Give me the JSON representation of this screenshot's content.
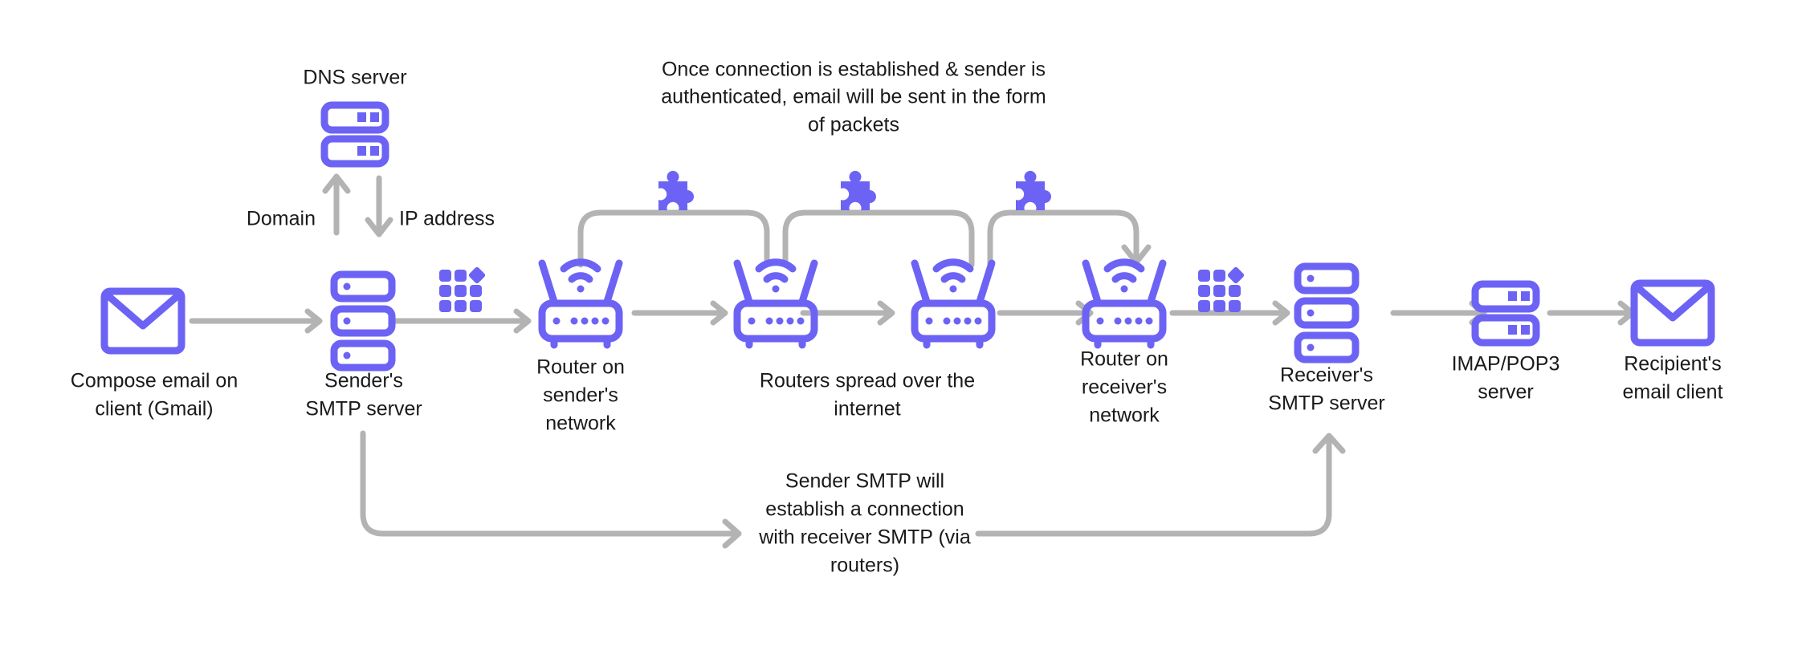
{
  "diagram": {
    "title": "Email delivery flow: SMTP, DNS, routers, IMAP/POP3",
    "background_color": "#ffffff",
    "accent_color": "#6C63F5",
    "connector_color": "#b3b3b3",
    "text_color": "#1a1a1a"
  },
  "nodes": {
    "compose_email": {
      "label_line1": "Compose email on",
      "label_line2": "client (Gmail)",
      "icon": "envelope-icon"
    },
    "sender_smtp": {
      "label_line1": "Sender's",
      "label_line2": "SMTP server",
      "icon": "server-stack-icon"
    },
    "dns_server": {
      "label_line1": "DNS server",
      "label_line2": "",
      "icon": "dns-server-icon"
    },
    "router_sender": {
      "label_line1": "Router on",
      "label_line2": "sender's",
      "label_line3": "network",
      "icon": "router-icon"
    },
    "routers_internet": {
      "label_line1": "Routers spread over the",
      "label_line2": "internet",
      "icon": "router-icon"
    },
    "router_receiver": {
      "label_line1": "Router on",
      "label_line2": "receiver's",
      "label_line3": "network",
      "icon": "router-icon"
    },
    "receiver_smtp": {
      "label_line1": "Receiver's",
      "label_line2": "SMTP server",
      "icon": "server-stack-icon"
    },
    "imap_pop3": {
      "label_line1": "IMAP/POP3",
      "label_line2": "server",
      "icon": "dns-server-icon"
    },
    "recipient_client": {
      "label_line1": "Recipient's",
      "label_line2": "email client",
      "icon": "envelope-icon"
    }
  },
  "edge_labels": {
    "domain": "Domain",
    "ip_address": "IP address"
  },
  "notes": {
    "packets": {
      "line1": "Once connection is established & sender is",
      "line2": "authenticated, email will be sent in the form",
      "line3": "of packets"
    },
    "connection": {
      "line1": "Sender SMTP will",
      "line2": "establish a connection",
      "line3": "with receiver SMTP (via",
      "line4": "routers)"
    }
  },
  "decorations": {
    "puzzle_pieces": [
      "puzzle-piece-icon",
      "puzzle-piece-icon",
      "puzzle-piece-icon"
    ],
    "network_grids": [
      "network-grid-icon",
      "network-grid-icon"
    ]
  }
}
